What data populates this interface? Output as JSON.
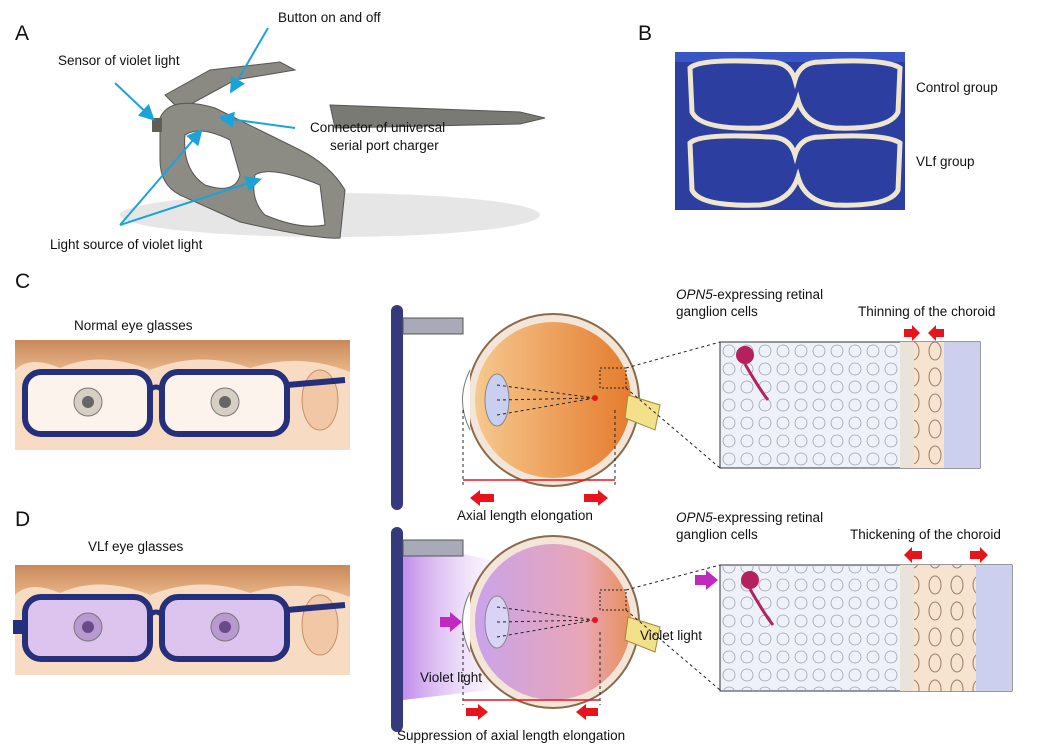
{
  "panels": {
    "a": "A",
    "b": "B",
    "c": "C",
    "d": "D"
  },
  "panel_a": {
    "button": "Button on and off",
    "sensor": "Sensor of violet light",
    "connector_line1": "Connector of universal",
    "connector_line2": "serial port charger",
    "light_source": "Light source of violet light"
  },
  "panel_b": {
    "control": "Control group",
    "vlf": "VLf group"
  },
  "panel_c": {
    "title": "Normal eye glasses",
    "opn5_italic": "OPN5",
    "opn5_rest": "-expressing retinal",
    "ganglion": "ganglion cells",
    "choroid": "Thinning  of the choroid",
    "axial": "Axial length  elongation"
  },
  "panel_d": {
    "title": "VLf eye glasses",
    "opn5_italic": "OPN5",
    "opn5_rest": "-expressing retinal",
    "ganglion": "ganglion cells",
    "choroid": "Thickening  of the choroid",
    "violet_right": "Violet light",
    "violet_left": "Violet light",
    "axial": "Suppression of axial length  elongation"
  },
  "colors": {
    "arrow_red": "#e8141b",
    "leader_blue": "#1aa3d9",
    "frame_navy": "#26307a",
    "violet": "#c070d8"
  }
}
